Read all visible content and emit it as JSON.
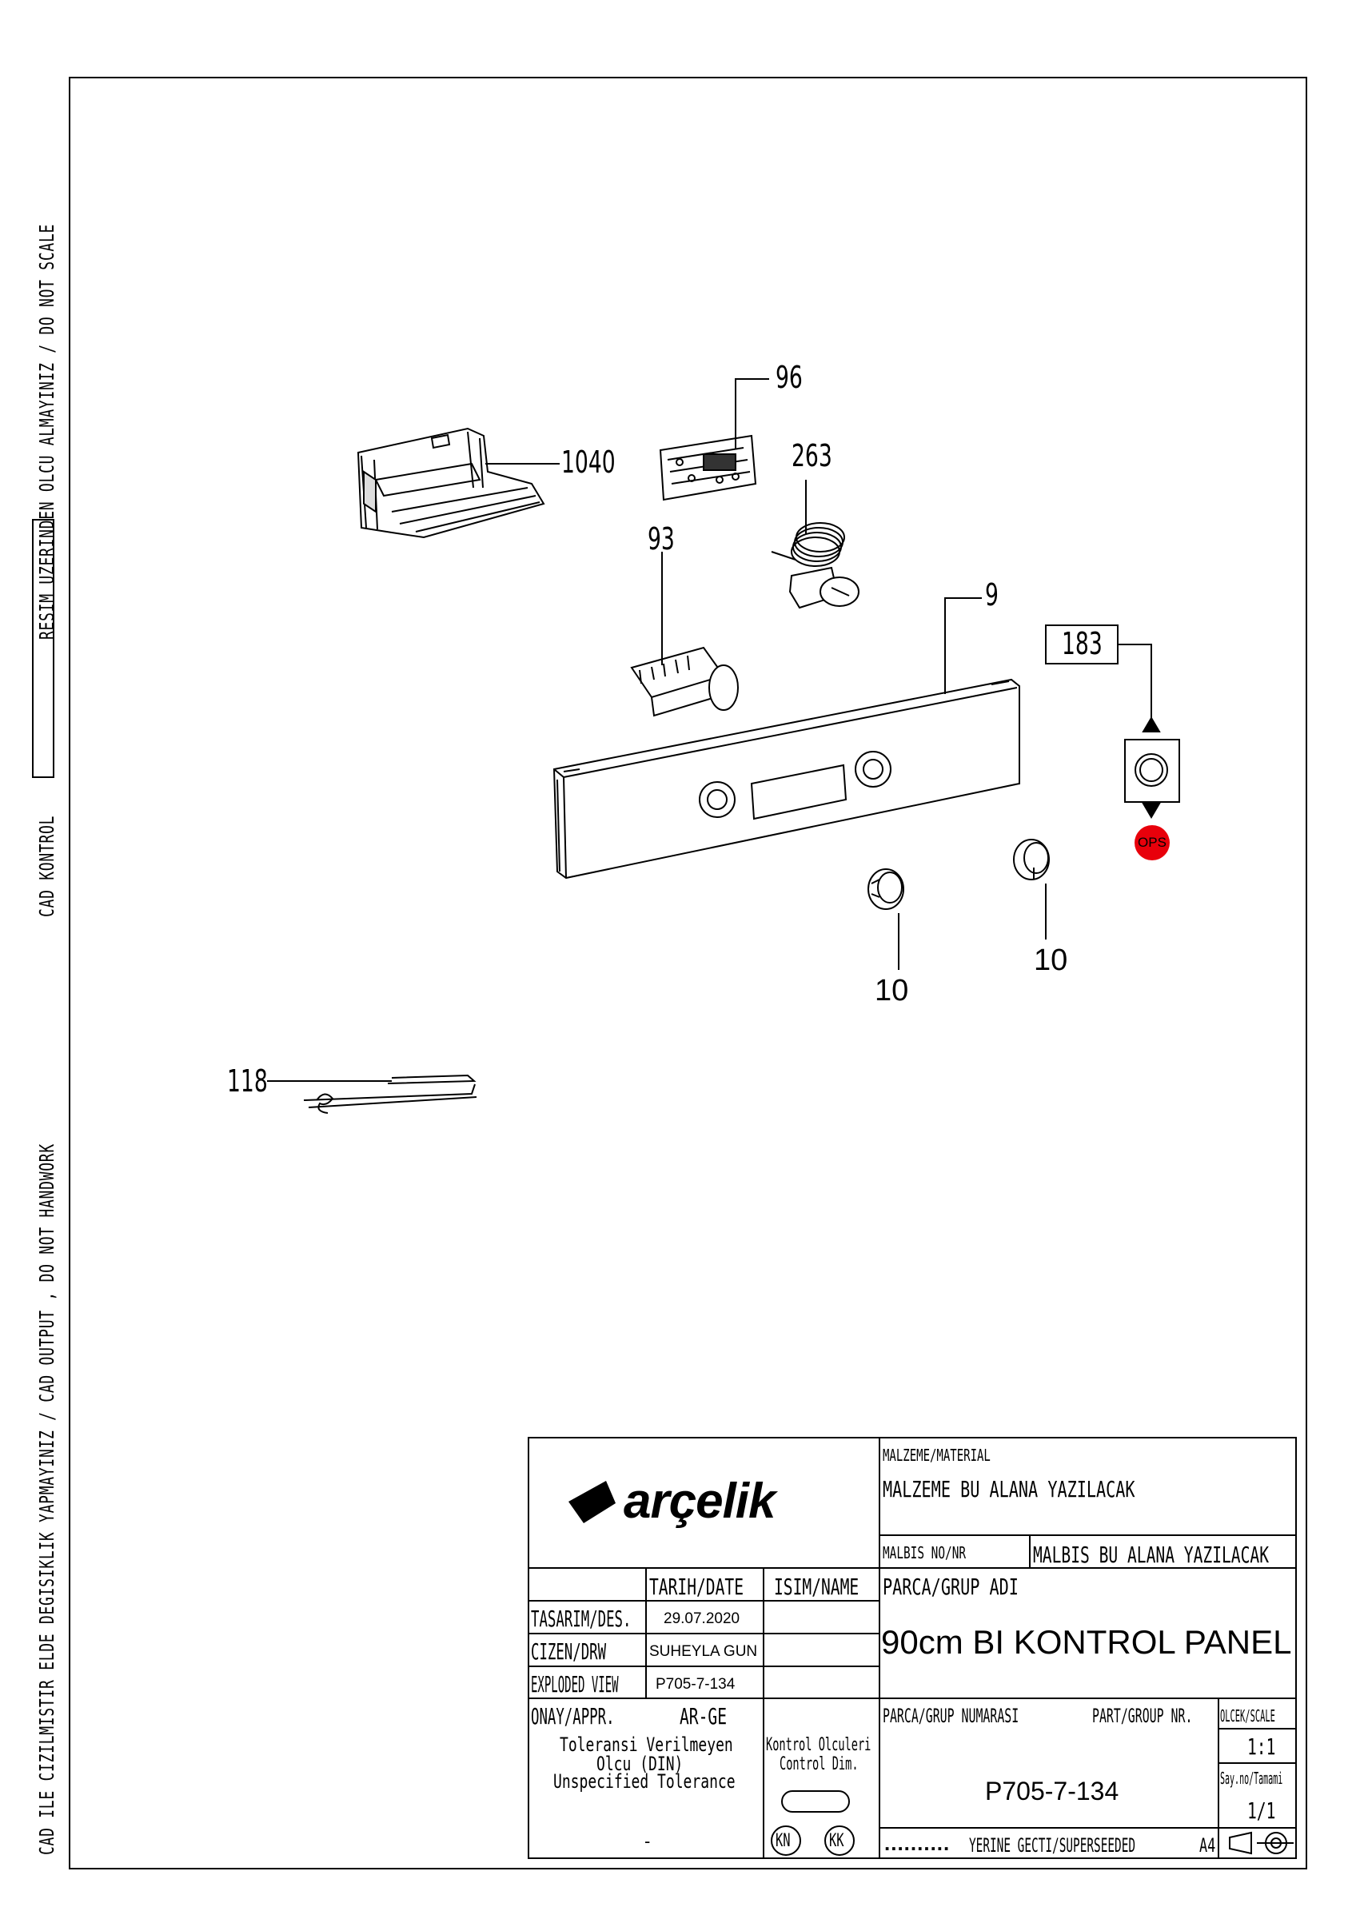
{
  "side_text": {
    "line1": "RESIM UZERINDEN OLCU ALMAYINIZ / DO NOT SCALE",
    "line2": "CAD KONTROL",
    "line3": "CAD ILE CIZILMISTIR ELDE DEGISIKLIK YAPMAYINIZ / CAD OUTPUT , DO NOT HANDWORK"
  },
  "callouts": {
    "c96": "96",
    "c1040": "1040",
    "c263": "263",
    "c93": "93",
    "c9": "9",
    "c183": "183",
    "ops": "OPS",
    "c10a": "10",
    "c10b": "10",
    "c118": "118"
  },
  "title_block": {
    "logo": "arçelik",
    "material_label": "MALZEME/MATERIAL",
    "material_value": "MALZEME BU ALANA YAZILACAK",
    "malbis_label": "MALBIS NO/NR",
    "malbis_value": "MALBIS BU ALANA YAZILACAK",
    "date_header": "TARIH/DATE",
    "name_header": "ISIM/NAME",
    "group_name_label": "PARCA/GRUP ADI",
    "group_name_value": "90cm BI KONTROL PANEL",
    "des_label": "TASARIM/DES.",
    "des_date": "29.07.2020",
    "drw_label": "CIZEN/DRW",
    "drw_name": "SUHEYLA GUN",
    "exploded_label": "EXPLODED VIEW",
    "exploded_value": "P705-7-134",
    "appr_label": "ONAY/APPR.",
    "appr_value": "AR-GE",
    "group_number_label": "PARCA/GRUP NUMARASI",
    "part_group_label": "PART/GROUP NR.",
    "scale_label": "OLCEK/SCALE",
    "scale_value": "1:1",
    "sheet_label": "Say.no/Tamami",
    "sheet_value": "1/1",
    "tolerance_line1": "Toleransi Verilmeyen",
    "tolerance_line2": "Olcu (DIN)",
    "tolerance_line3": "Unspecified Tolerance",
    "tolerance_value": "-",
    "control_line1": "Kontrol Olculeri",
    "control_line2": "Control Dim.",
    "kn": "KN",
    "kk": "KK",
    "part_number": "P705-7-134",
    "superseded_dots": "..........",
    "superseded_label": "YERINE GECTI/SUPERSEEDED",
    "paper": "A4"
  }
}
